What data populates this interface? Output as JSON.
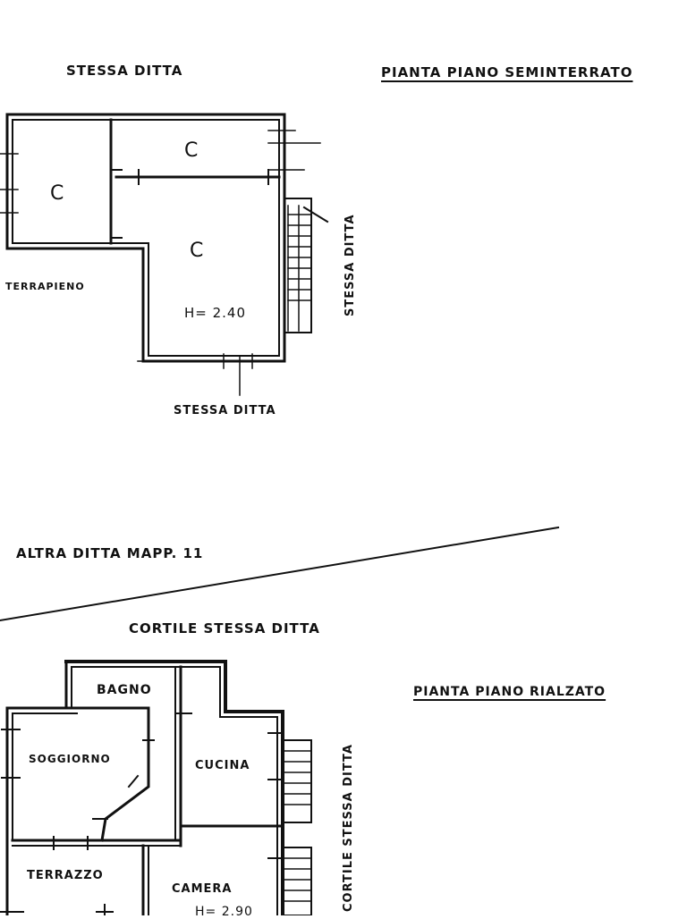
{
  "basement": {
    "title": "PIANTA PIANO SEMINTERRATO",
    "label_top": "STESSA DITTA",
    "label_right": "STESSA DITTA",
    "label_bottom": "STESSA DITTA",
    "label_left": "TERRAPIENO",
    "rooms": [
      "C",
      "C",
      "C"
    ],
    "height": "H= 2.40"
  },
  "boundary_label": "ALTRA DITTA MAPP. 11",
  "ground": {
    "title": "PIANTA PIANO RIALZATO",
    "label_top": "CORTILE STESSA DITTA",
    "label_right": "CORTILE STESSA DITTA",
    "rooms": {
      "bagno": "BAGNO",
      "soggiorno": "SOGGIORNO",
      "cucina": "CUCINA",
      "terrazzo": "TERRAZZO",
      "camera": "CAMERA"
    },
    "height": "H= 2.90"
  }
}
